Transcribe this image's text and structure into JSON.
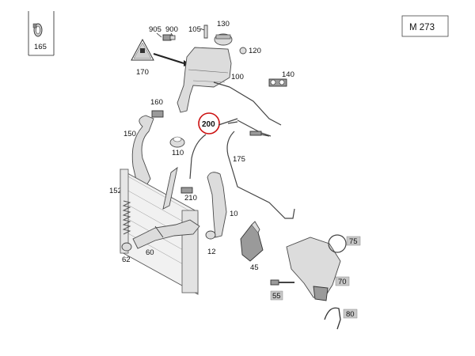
{
  "model_label": "M 273",
  "callouts": {
    "p165": "165",
    "p905": "905",
    "p900": "900",
    "p105": "105",
    "p130": "130",
    "p120": "120",
    "p170": "170",
    "p100": "100",
    "p140": "140",
    "p160": "160",
    "p200": "200",
    "p150": "150",
    "p110": "110",
    "p175": "175",
    "p152": "152",
    "p210": "210",
    "p10": "10",
    "p60": "60",
    "p12": "12",
    "p62": "62",
    "p45": "45",
    "p75": "75",
    "p70": "70",
    "p55": "55",
    "p80": "80"
  },
  "highlight_part": "200",
  "colors": {
    "highlight_ring": "#cc1111",
    "tag_fill": "#c8c8c8",
    "part_fill": "#dcdcdc",
    "line": "#333333"
  }
}
